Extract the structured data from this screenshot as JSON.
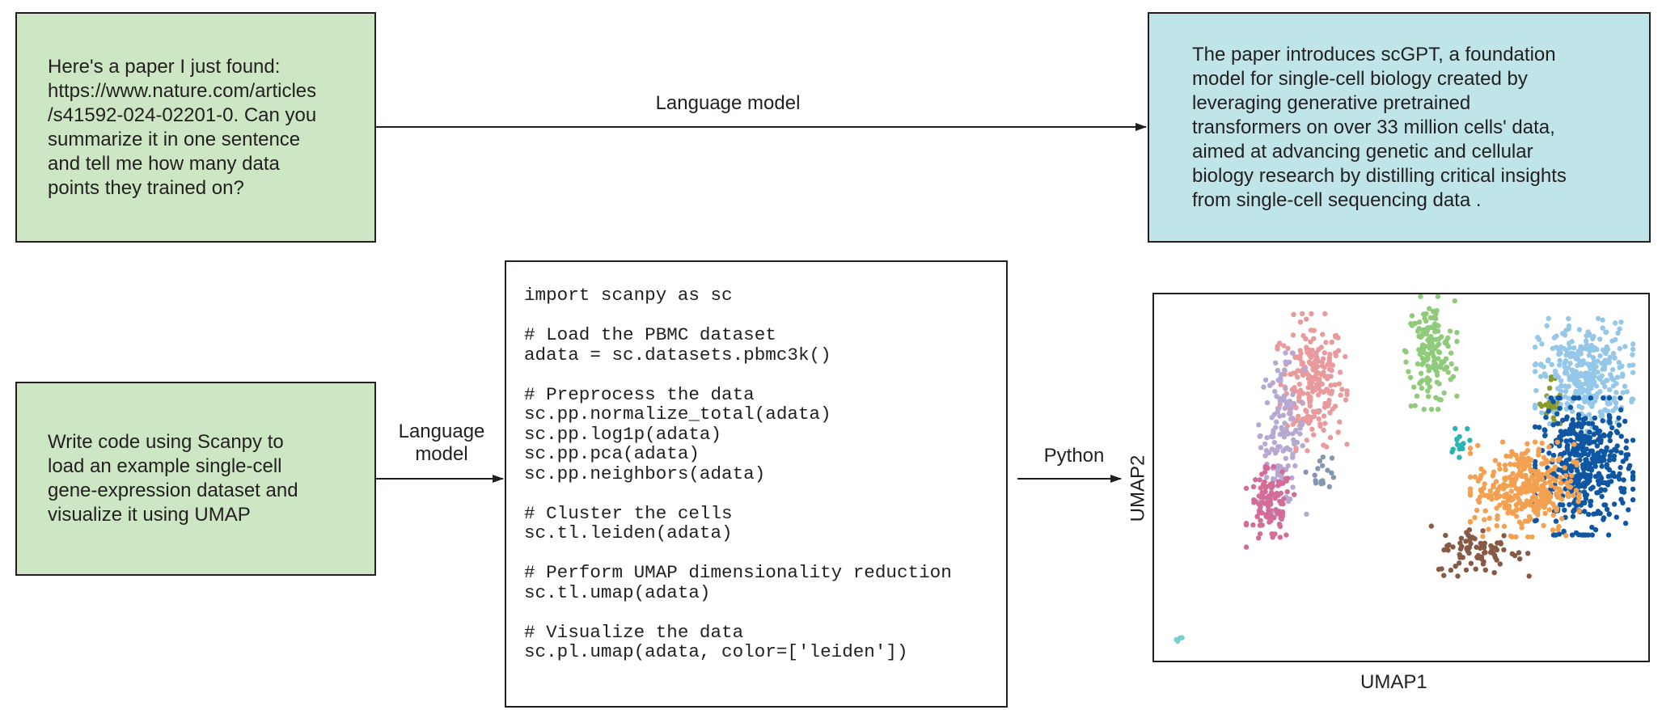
{
  "top": {
    "prompt_text": "Here's a paper I just found:\nhttps://www.nature.com/articles\n/s41592-024-02201-0. Can you\nsummarize it in one sentence\nand tell me how many data\npoints they trained on?",
    "arrow_label": "Language model",
    "response_text": "The paper introduces scGPT, a foundation\nmodel for single-cell biology created by\nleveraging generative pretrained\ntransformers on over 33 million cells' data,\naimed at advancing genetic and cellular\nbiology research by distilling critical insights\nfrom single-cell sequencing data ."
  },
  "bottom": {
    "prompt_text": "Write code using Scanpy to\nload an example single-cell\ngene-expression dataset and\nvisualize it using UMAP",
    "arrow_label": "Language\nmodel",
    "code_lines": [
      "import scanpy as sc",
      "",
      "# Load the PBMC dataset",
      "adata = sc.datasets.pbmc3k()",
      "",
      "# Preprocess the data",
      "sc.pp.normalize_total(adata)",
      "sc.pp.log1p(adata)",
      "sc.pp.pca(adata)",
      "sc.pp.neighbors(adata)",
      "",
      "# Cluster the cells",
      "sc.tl.leiden(adata)",
      "",
      "# Perform UMAP dimensionality reduction",
      "sc.tl.umap(adata)",
      "",
      "# Visualize the data",
      "sc.pl.umap(adata, color=['leiden'])"
    ],
    "python_label": "Python"
  },
  "chart_data": {
    "type": "scatter",
    "xlabel": "UMAP1",
    "ylabel": "UMAP2",
    "xlim": [
      0,
      100
    ],
    "ylim": [
      0,
      100
    ],
    "grid": false,
    "legend": "none",
    "clusters": [
      {
        "color": "#e89a9c",
        "center": [
          32,
          76
        ],
        "spread": [
          3.2,
          8.5
        ],
        "count": 230
      },
      {
        "color": "#b7a8d2",
        "center": [
          26,
          62
        ],
        "spread": [
          2.2,
          10
        ],
        "count": 130
      },
      {
        "color": "#d36c98",
        "center": [
          23.5,
          42
        ],
        "spread": [
          2.2,
          5
        ],
        "count": 110
      },
      {
        "color": "#8497b0",
        "center": [
          34,
          52
        ],
        "spread": [
          1.5,
          2.5
        ],
        "count": 18
      },
      {
        "color": "#8fcb7b",
        "center": [
          56,
          84
        ],
        "spread": [
          2.4,
          7
        ],
        "count": 160
      },
      {
        "color": "#28b3b5",
        "center": [
          62,
          61
        ],
        "spread": [
          1.2,
          2.5
        ],
        "count": 14
      },
      {
        "color": "#8a9a2a",
        "center": [
          80.5,
          69
        ],
        "spread": [
          1.1,
          4.5
        ],
        "count": 28
      },
      {
        "color": "#94c7e8",
        "center": [
          87,
          78
        ],
        "spread": [
          4.5,
          7
        ],
        "count": 330
      },
      {
        "color": "#0f56a3",
        "center": [
          87,
          53
        ],
        "spread": [
          4.5,
          8.5
        ],
        "count": 420
      },
      {
        "color": "#f3a050",
        "center": [
          75,
          47
        ],
        "spread": [
          5,
          6
        ],
        "count": 330
      },
      {
        "color": "#875a45",
        "center": [
          66,
          30
        ],
        "spread": [
          4.5,
          3.2
        ],
        "count": 80
      },
      {
        "color": "#7ccfd0",
        "center": [
          5,
          6
        ],
        "spread": [
          0.4,
          0.8
        ],
        "count": 5
      }
    ]
  }
}
